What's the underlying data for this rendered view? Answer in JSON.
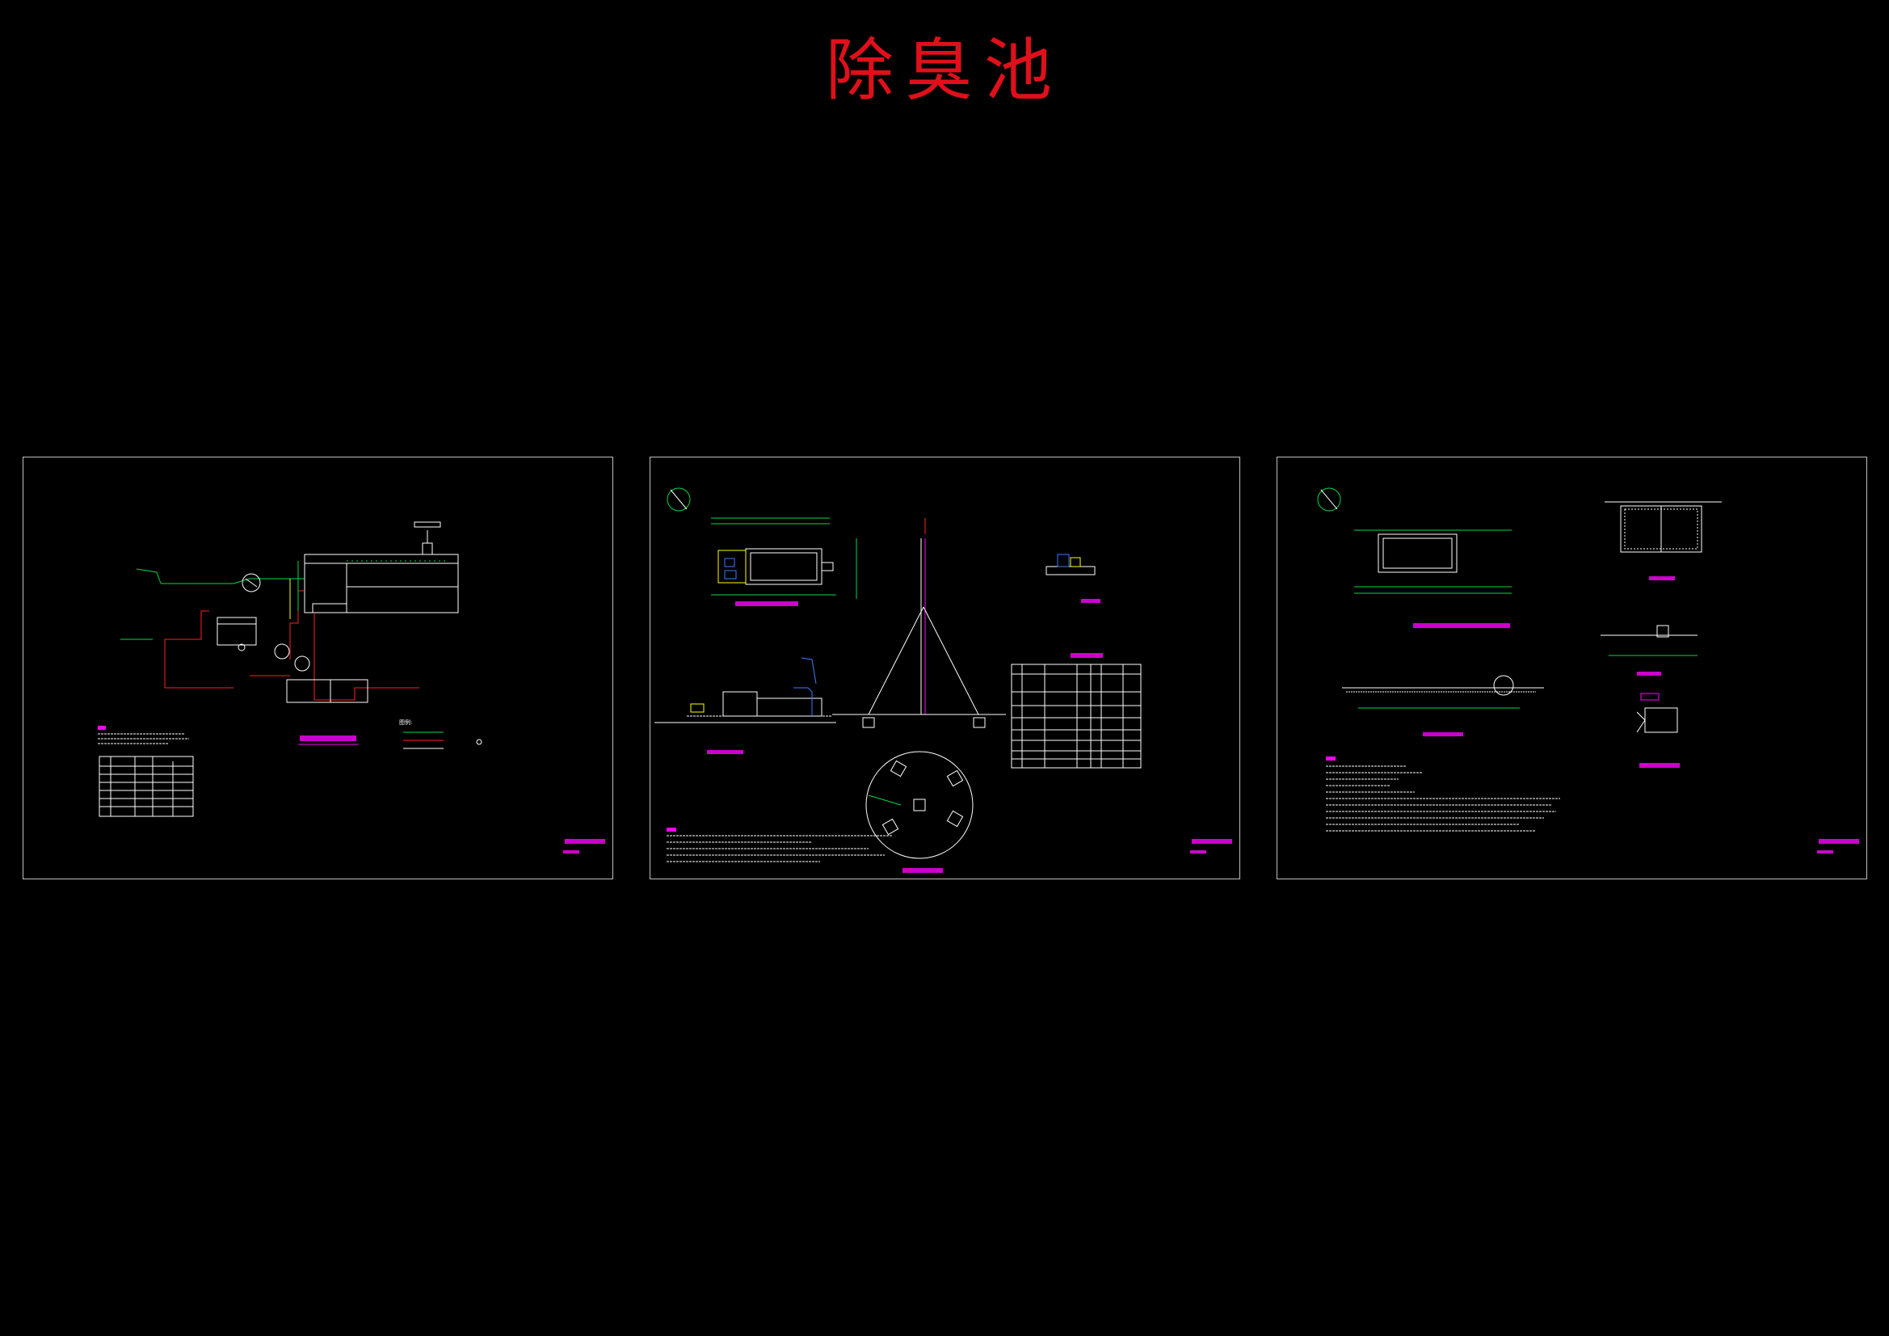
{
  "title": "除臭池",
  "colors": {
    "background": "#000000",
    "title": "#e0101a",
    "frame": "#bfbfbf",
    "cad_white": "#ffffff",
    "cad_magenta": "#ff00ff",
    "cad_green": "#00d84a",
    "cad_red": "#ff2020",
    "cad_yellow": "#ffff00",
    "cad_blue": "#3a7dff",
    "cad_cyan": "#00e0e0"
  },
  "sheets": [
    {
      "id": "sheet-1",
      "content": "process-flow-diagram"
    },
    {
      "id": "sheet-2",
      "content": "plan-section-and-equipment-table"
    },
    {
      "id": "sheet-3",
      "content": "structural-plan-and-details"
    }
  ]
}
